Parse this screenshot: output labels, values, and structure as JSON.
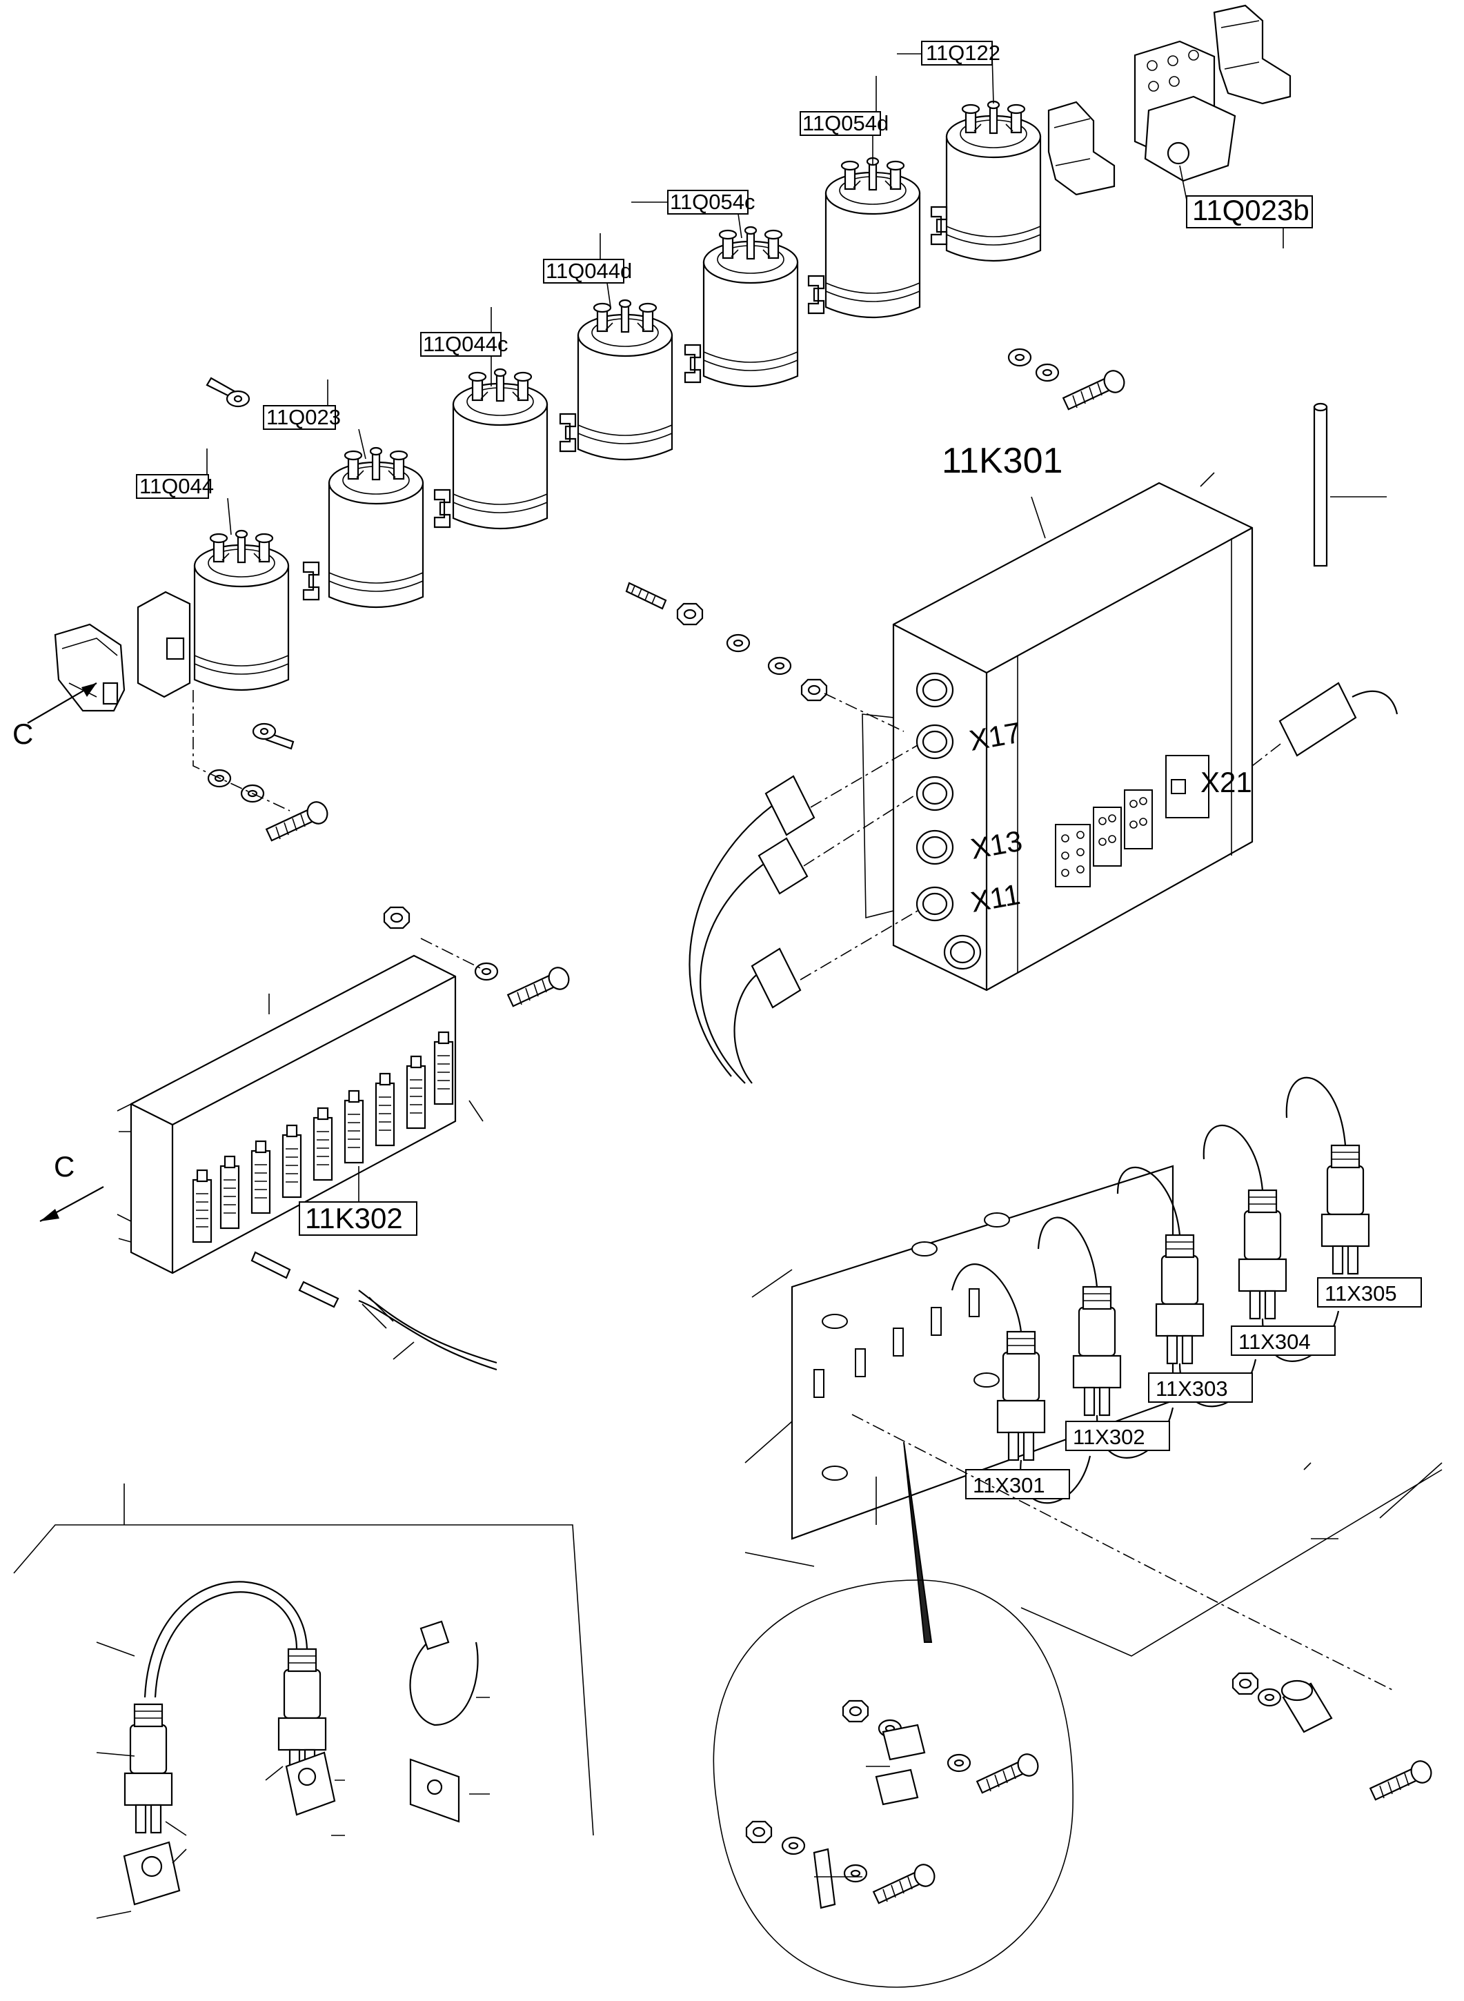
{
  "labels": {
    "q122": "11Q122",
    "q054d": "11Q054d",
    "q054c": "11Q054c",
    "q044d": "11Q044d",
    "q044c": "11Q044c",
    "q023": "11Q023",
    "q044": "11Q044",
    "q023b": "11Q023b",
    "k301": "11K301",
    "k302": "11K302",
    "x17": "X17",
    "x13": "X13",
    "x11": "X11",
    "x21": "X21",
    "x301": "11X301",
    "x302": "11X302",
    "x303": "11X303",
    "x304": "11X304",
    "x305": "11X305",
    "view_c_top": "C",
    "view_c_mid": "C"
  },
  "colors": {
    "line": "#000000",
    "background": "#ffffff"
  }
}
